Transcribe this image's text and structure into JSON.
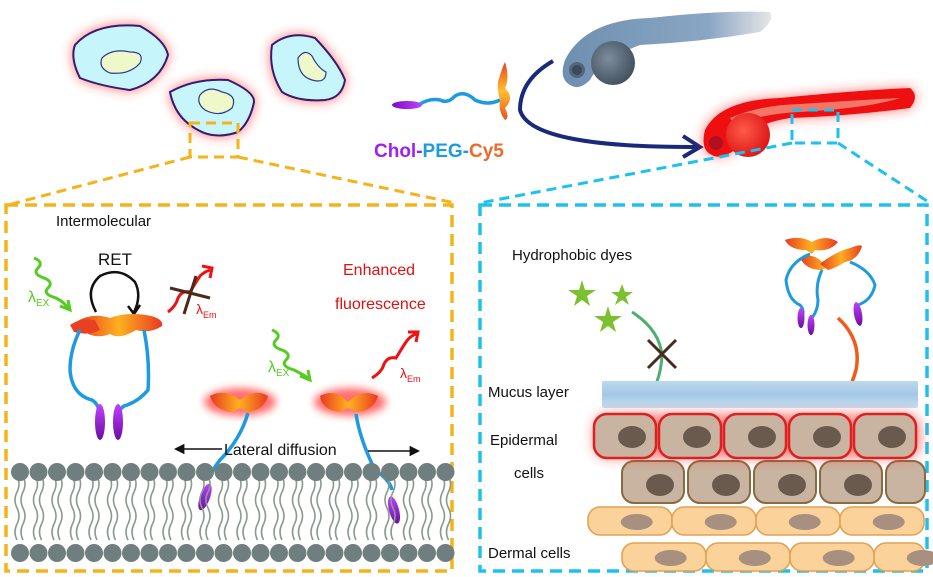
{
  "title_label": {
    "parts": [
      {
        "text": "Chol",
        "color": "#a020f0"
      },
      {
        "text": "-",
        "color": "#a020f0"
      },
      {
        "text": "PEG",
        "color": "#1e9ae0"
      },
      {
        "text": "-",
        "color": "#1e9ae0"
      },
      {
        "text": "Cy5",
        "color": "#ee6a2a"
      }
    ]
  },
  "left_panel": {
    "heading": "Intermolecular",
    "ret_label": "RET",
    "excitation_label": {
      "symbol": "λ",
      "sub": "EX"
    },
    "emission_label": {
      "symbol": "λ",
      "sub": "Em"
    },
    "enhanced_line1": "Enhanced",
    "enhanced_line2": "fluorescence",
    "lateral_label": "Lateral diffusion",
    "border_color": "#f5b319"
  },
  "right_panel": {
    "hydrophobic_label": "Hydrophobic dyes",
    "mucus_label": "Mucus layer",
    "epidermal_line1": "Epidermal",
    "epidermal_line2": "cells",
    "dermal_label": "Dermal cells",
    "border_color": "#1ec0ef"
  },
  "colors": {
    "chol": "#a020f0",
    "peg": "#1e9ae0",
    "cy5": "#ee6a2a",
    "glow_red": "#ff1a1a",
    "excitation_green": "#44cc22",
    "emission_red": "#ee1111",
    "fish_dark": "#1a2a7a"
  }
}
